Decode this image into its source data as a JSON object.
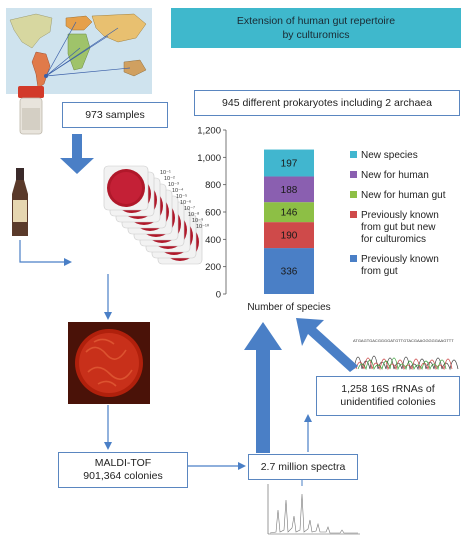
{
  "title": {
    "line1": "Extension of human gut repertoire",
    "line2": "by culturomics"
  },
  "boxes": {
    "samples": "973 samples",
    "prokaryotes": "945 different prokaryotes including 2 archaea",
    "maldi_line1": "MALDI-TOF",
    "maldi_line2": "901,364 colonies",
    "spectra": "2.7 million spectra",
    "rrna_line1": "1,258 16S rRNAs of",
    "rrna_line2": "unidentified colonies"
  },
  "dilutions": [
    "10⁻¹",
    "10⁻²",
    "10⁻³",
    "10⁻⁴",
    "10⁻⁵",
    "10⁻⁶",
    "10⁻⁷",
    "10⁻⁸",
    "10⁻⁹",
    "10⁻¹⁰"
  ],
  "sequence_text": "ATGAGTGACGGGGATGTTGTACGAAGGGGGAAGTTT",
  "colors": {
    "new_species": "#41b6cf",
    "new_for_human": "#8a5fb0",
    "new_for_human_gut": "#8dbf45",
    "previously_known_new_culturomics": "#cf4a4a",
    "previously_known_gut": "#4a7fc6",
    "arrow": "#4a7fc6",
    "title_bg": "#3fb8cc"
  },
  "chart_data": {
    "type": "bar",
    "stacked": true,
    "categories": [
      "Number of species"
    ],
    "xlabel": "Number of species",
    "ylim": [
      0,
      1200
    ],
    "yticks": [
      "0",
      "200",
      "400",
      "600",
      "800",
      "1,000",
      "1,200"
    ],
    "grid": false,
    "legend_position": "right",
    "series": [
      {
        "name": "Previously known from gut",
        "values": [
          336
        ],
        "color": "#4a7fc6"
      },
      {
        "name": "Previously known from gut but new for culturomics",
        "values": [
          190
        ],
        "color": "#cf4a4a"
      },
      {
        "name": "New for human gut",
        "values": [
          146
        ],
        "color": "#8dbf45"
      },
      {
        "name": "New for human",
        "values": [
          188
        ],
        "color": "#8a5fb0"
      },
      {
        "name": "New species",
        "values": [
          197
        ],
        "color": "#41b6cf"
      }
    ],
    "legend": [
      {
        "lines": [
          "New species"
        ],
        "color": "#41b6cf"
      },
      {
        "lines": [
          "New for human"
        ],
        "color": "#8a5fb0"
      },
      {
        "lines": [
          "New for human gut"
        ],
        "color": "#8dbf45"
      },
      {
        "lines": [
          "Previously known",
          "from gut but new",
          "for culturomics"
        ],
        "color": "#cf4a4a"
      },
      {
        "lines": [
          "Previously known",
          "from gut"
        ],
        "color": "#4a7fc6"
      }
    ]
  }
}
